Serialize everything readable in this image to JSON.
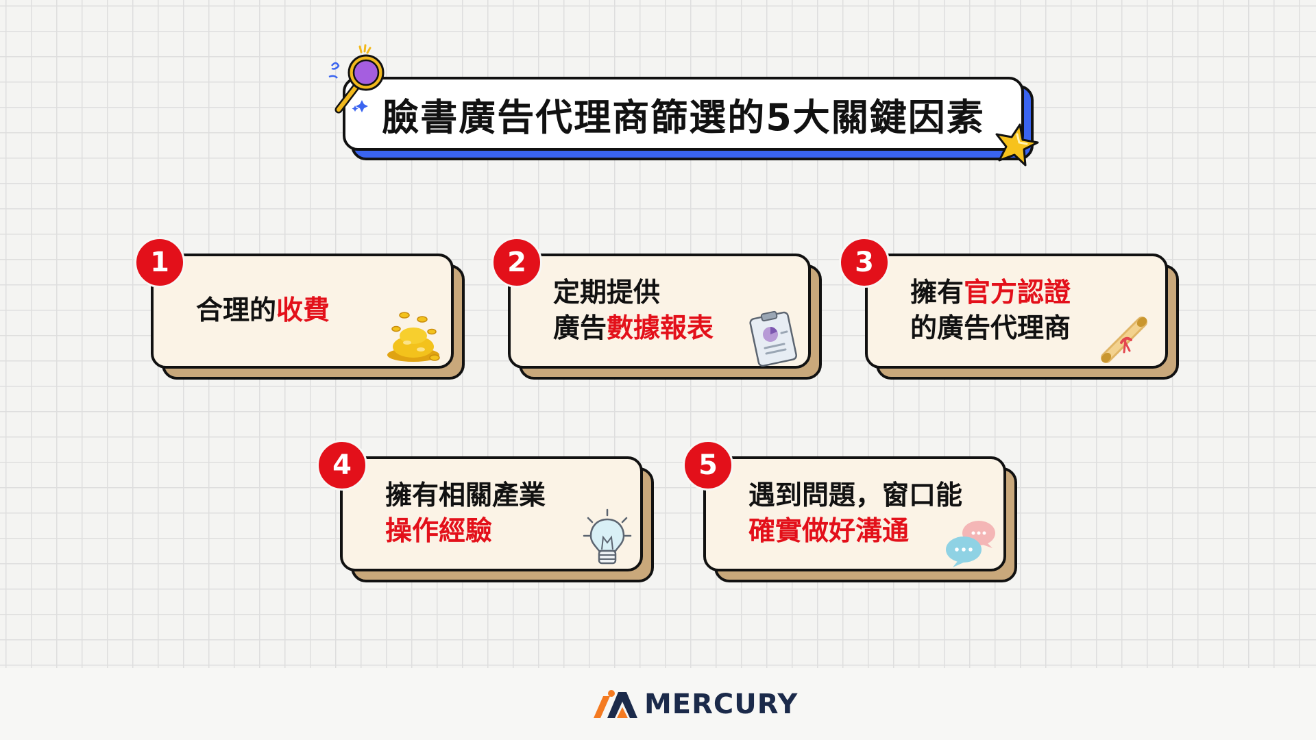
{
  "title": "臉書廣告代理商篩選的5大關鍵因素",
  "cards": [
    {
      "number": "1",
      "lines": [
        {
          "plain": "合理的",
          "highlight": "收費"
        }
      ],
      "icon": "gold-coins-icon"
    },
    {
      "number": "2",
      "lines": [
        {
          "plain": "定期提供",
          "highlight": ""
        },
        {
          "plain": "廣告",
          "highlight": "數據報表"
        }
      ],
      "icon": "clipboard-chart-icon"
    },
    {
      "number": "3",
      "lines": [
        {
          "plain": "擁有",
          "highlight": "官方認證"
        },
        {
          "plain": "的廣告代理商",
          "highlight": ""
        }
      ],
      "icon": "diploma-scroll-icon"
    },
    {
      "number": "4",
      "lines": [
        {
          "plain": "擁有相關產業",
          "highlight": ""
        },
        {
          "plain": "",
          "highlight": "操作經驗"
        }
      ],
      "icon": "lightbulb-icon"
    },
    {
      "number": "5",
      "lines": [
        {
          "plain": "遇到問題，窗口能",
          "highlight": ""
        },
        {
          "plain": "",
          "highlight": "確實做好溝通"
        }
      ],
      "icon": "chat-bubbles-icon"
    }
  ],
  "footer": {
    "brand": "MERCURY"
  },
  "colors": {
    "highlight": "#e3101a",
    "badge": "#e3101a",
    "card_bg": "#fbf3e6",
    "card_shadow": "#c9a87b",
    "title_shadow": "#3a64f0",
    "logo_orange": "#f47a20",
    "logo_navy": "#1b2a4a"
  }
}
